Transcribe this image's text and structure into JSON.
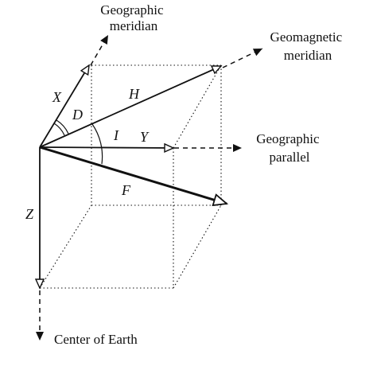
{
  "labels": {
    "geographic_meridian": [
      "Geographic",
      "meridian"
    ],
    "geomagnetic_meridian": [
      "Geomagnetic",
      "meridian"
    ],
    "geographic_parallel": [
      "Geographic",
      "parallel"
    ],
    "center_of_earth": "Center of Earth"
  },
  "symbols": {
    "x": "X",
    "d": "D",
    "h": "H",
    "i": "I",
    "y": "Y",
    "f": "F",
    "z": "Z"
  },
  "colors": {
    "ink": "#111111",
    "background": "#ffffff"
  }
}
